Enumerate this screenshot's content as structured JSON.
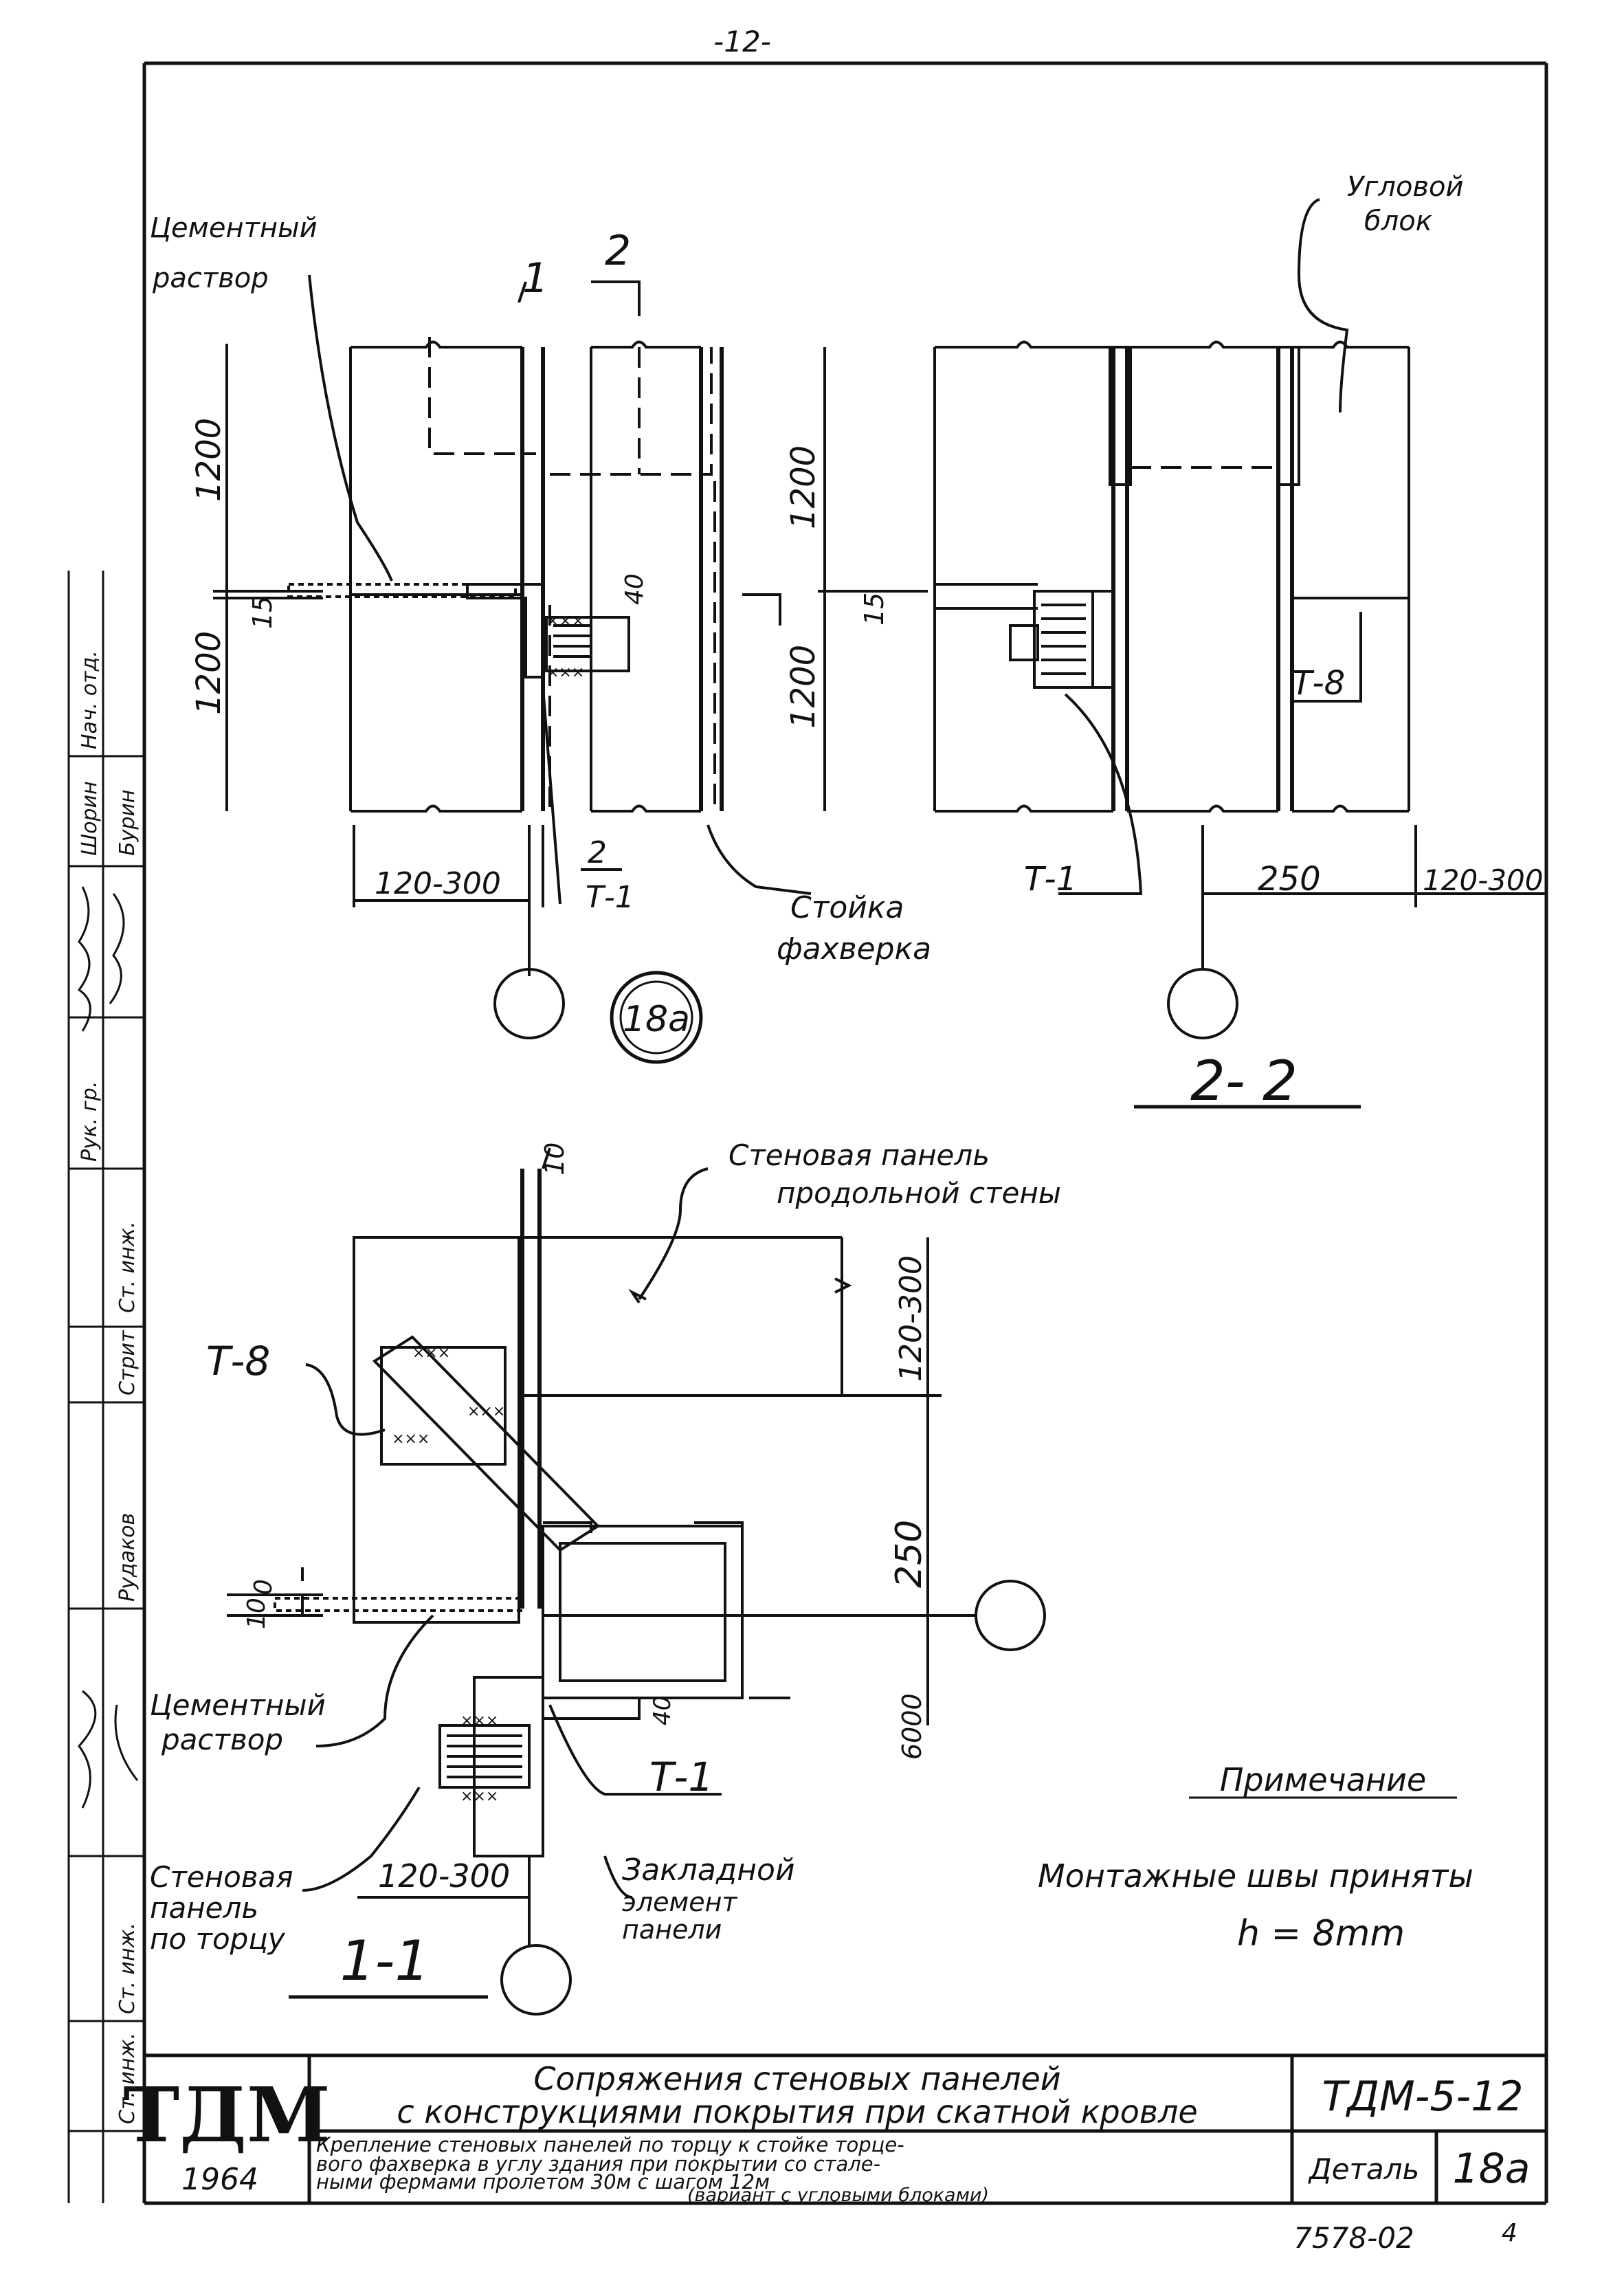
{
  "page_number": "-12-",
  "view_2_2": {
    "label_cement_mortar": [
      "Цементный",
      "раствор"
    ],
    "label_corner_block": [
      "Угловой",
      "блок"
    ],
    "section_mark_1": "1",
    "section_mark_2": "2",
    "dim_1200_top_left": "1200",
    "dim_1200_bottom_left": "1200",
    "dim_15_left": "15",
    "dim_40": "40",
    "dim_1200_top_mid": "1200",
    "dim_1200_bottom_mid": "1200",
    "dim_15_right": "15",
    "dim_120_300_left": "120-300",
    "ref_2_T1_top": "2",
    "ref_2_T1_bottom": "Т-1",
    "label_post": [
      "Стойка",
      "фахверка"
    ],
    "label_T1": "Т-1",
    "label_T8": "Т-8",
    "dim_250": "250",
    "dim_120_300_right": "120-300",
    "detail_badge": "18а",
    "view_title": "2- 2"
  },
  "view_1_1": {
    "label_wall_panel_long": [
      "Стеновая панель",
      "продольной стены"
    ],
    "dim_120_300_vertical": "120-300",
    "dim_250_vertical": "250",
    "dim_6000": "6000",
    "dim_10_top": "10",
    "dim_10_left": "10",
    "dim_0_left": "0",
    "dim_40": "40",
    "label_T8": "Т-8",
    "label_cement_mortar": [
      "Цементный",
      "раствор"
    ],
    "label_T1": "Т-1",
    "label_wall_panel_end": [
      "Стеновая",
      "панель",
      "по торцу"
    ],
    "dim_120_300": "120-300",
    "label_embedded": [
      "Закладной",
      "элемент",
      "панели"
    ],
    "view_title": "1-1"
  },
  "note": {
    "title": "Примечание",
    "line1": "Монтажные швы приняты",
    "line2": "h = 8mm"
  },
  "stamp_side": [
    "Нач. отд.",
    "Шорин",
    "Бурин",
    "Рук. гр.",
    "Ст. инж.",
    "Стрит",
    "Рудаков",
    "Ст. инж.",
    "Ст. инж."
  ],
  "title_block": {
    "logo": "ТДМ",
    "year": "1964",
    "title_line1": "Сопряжения стеновых панелей",
    "title_line2": "с конструкциями покрытия при скатной кровле",
    "desc_line1": "Крепление стеновых панелей по торцу к стойке торце-",
    "desc_line2": "вого фахверка в углу здания при покрытии со стале-",
    "desc_line3": "ными фермами пролетом 30м с шагом 12м",
    "desc_line4": "(вариант с угловыми блоками)",
    "series": "ТДМ-5-12",
    "detail_label": "Деталь",
    "detail_value": "18а"
  },
  "footer_code": "7578-02",
  "footer_sheet": "4"
}
